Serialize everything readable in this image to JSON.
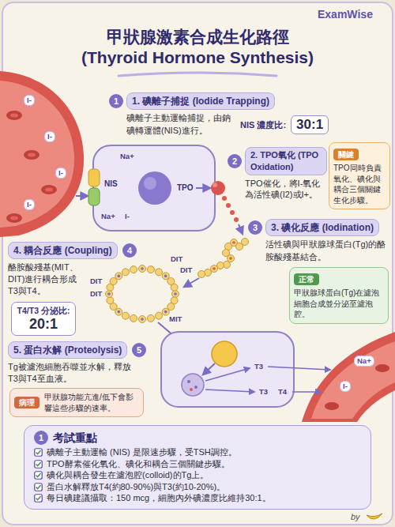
{
  "diagram": {
    "title": "甲狀腺激素合成生化路徑 (Thyroid Hormone Synthesis)",
    "nodes": [
      {
        "text": [
          "1. 碘離子捕捉 (Iodide Trapping)",
          "碘離子主動運輸捕捉，由鈉碘轉運體(NIS)進行。"
        ]
      },
      {
        "text": [
          "NIS 濃度比:",
          "30:1"
        ]
      },
      {
        "text": [
          "2. TPO氧化 (TPO Oxidation)",
          "TPO催化，將I-氧化為活性碘(I2)或I+。"
        ]
      },
      {
        "text": [
          "關鍵",
          "TPO同時負責氧化、碘化與耦合三個關鍵生化步驟。"
        ]
      },
      {
        "text": [
          "3. 碘化反應 (Iodination)",
          "活性碘與甲狀腺球蛋白(Tg)的酪胺酸殘基結合。"
        ]
      },
      {
        "text": [
          "正常",
          "甲狀腺球蛋白(Tg)在濾泡細胞合成並分泌至濾泡腔。"
        ]
      },
      {
        "text": [
          "4. 耦合反應 (Coupling)",
          "酪胺酸殘基(MIT、DIT)進行耦合形成T3與T4。"
        ]
      },
      {
        "text": [
          "T4/T3 分泌比:",
          "20:1"
        ]
      },
      {
        "text": [
          "5. 蛋白水解 (Proteolysis)",
          "Tg被濾泡細胞吞噬並水解，釋放T3與T4至血液。"
        ]
      },
      {
        "text": [
          "病理",
          "甲狀腺功能亢進/低下會影響這些步驟的速率。"
        ]
      },
      {
        "text": [
          "考試重點",
          "碘離子主動運輸 (NIS) 是限速步驟，受TSH調控。",
          "TPO酵素催化氧化、碘化和耦合三個關鍵步驟。",
          "碘化與耦合發生在濾泡腔(colloid)的Tg上。",
          "蛋白水解釋放T4(約80-90%)與T3(約10-20%)。",
          "每日碘建議攝取：150 mcg，細胞內外碘濃度比維持30:1。"
        ]
      }
    ],
    "labels": [
      "ExamWise",
      "1",
      "I-",
      "I-",
      "I-",
      "I-",
      "Na+",
      "NIS",
      "Na+",
      "I-",
      "TPO",
      "2",
      "3",
      "4",
      "DIT",
      "DIT",
      "DIT",
      "DIT",
      "MIT",
      "5",
      "T3",
      "T3",
      "T4",
      "Na+",
      "I-",
      "1",
      "by"
    ]
  }
}
